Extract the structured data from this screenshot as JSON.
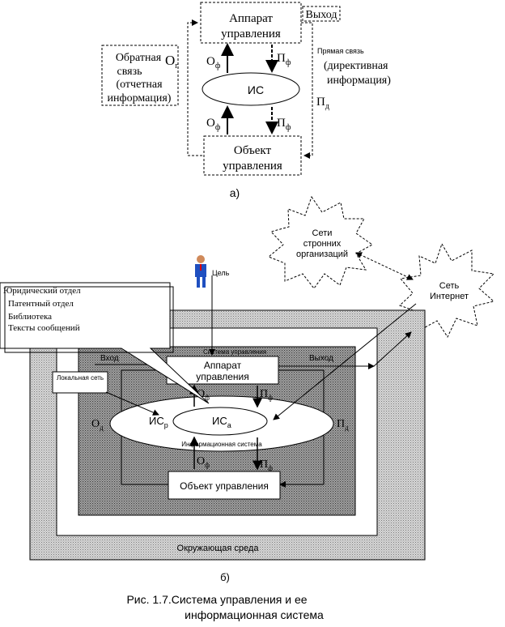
{
  "diagram_a": {
    "top_box": [
      "Аппарат",
      "управления"
    ],
    "bottom_box": [
      "Объект",
      "управления"
    ],
    "center": "ИС",
    "vykhod": "Выход",
    "feedback_lines": [
      "Обратная",
      "связь",
      "(отчетная",
      "информация)"
    ],
    "O_r": "Or",
    "O_f_top": "Oф",
    "P_f_top": "Пф",
    "O_f_bottom": "Oф",
    "P_f_bottom": "Пф",
    "direct_lines": [
      "Прямая связь",
      "(директивная",
      "информация)"
    ],
    "P_d": "Пд",
    "caption": "а)"
  },
  "diagram_b": {
    "cloud_third_party": [
      "Сети",
      "стронних",
      "организаций"
    ],
    "cloud_internet": [
      "Сеть",
      "Интернет"
    ],
    "goal": "Цель",
    "legal_list": [
      "Юридический отдел",
      "Патентный отдел",
      "Библиотека",
      "Тексты сообщений"
    ],
    "local_net": "Локальная сеть",
    "system_title": "Система управления",
    "vkhod": "Вход",
    "vykhod": "Выход",
    "control_box": [
      "Аппарат",
      "управления"
    ],
    "object_box": "Объект управления",
    "info_system": "Информационная система",
    "is_r": "ИСр",
    "is_a": "ИСа",
    "O_f_top": "Oф",
    "P_f_top": "Пф",
    "O_f_bottom": "Oф",
    "P_f_bottom": "Пф",
    "O_d": "Oд",
    "P_d": "Пд",
    "environment": "Окружающая среда",
    "caption": "б)"
  },
  "figure_caption": [
    "Рис. 1.7.Система управления и ее",
    "информационная система"
  ]
}
